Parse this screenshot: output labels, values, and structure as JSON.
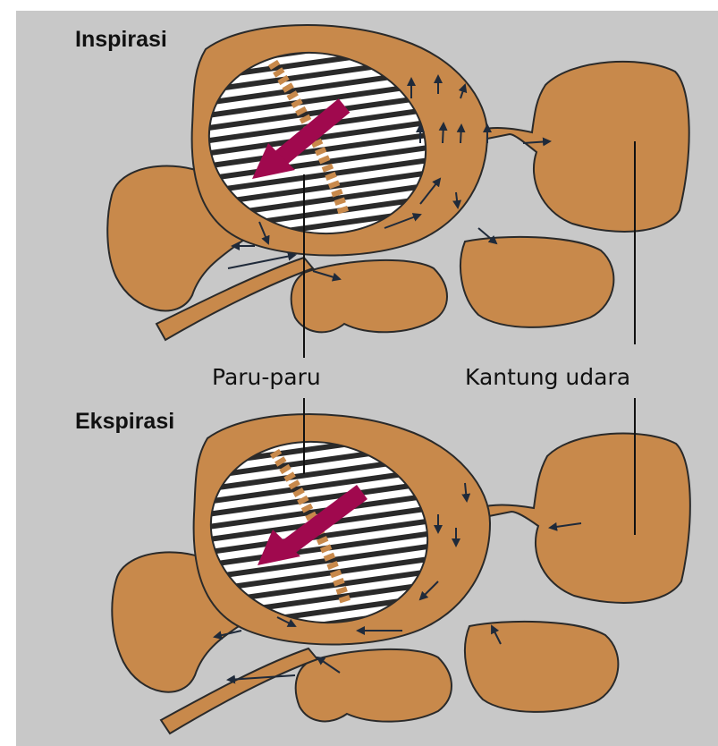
{
  "labels": {
    "inspiration": "Inspirasi",
    "expiration": "Ekspirasi",
    "lung": "Paru-paru",
    "air_sac": "Kantung udara"
  },
  "colors": {
    "background": "#c8c8c8",
    "tissue": "#c8894b",
    "outline": "#2a2a2a",
    "lung_stripe": "#ffffff",
    "movement_arrow": "#a0094e",
    "airflow_arrow": "#1f2a3a"
  },
  "panels": [
    {
      "id": "inspiration",
      "movement_arrow_direction": "down-left",
      "airflow": "into air sacs"
    },
    {
      "id": "expiration",
      "movement_arrow_direction": "down-left",
      "airflow": "out of air sacs"
    }
  ]
}
